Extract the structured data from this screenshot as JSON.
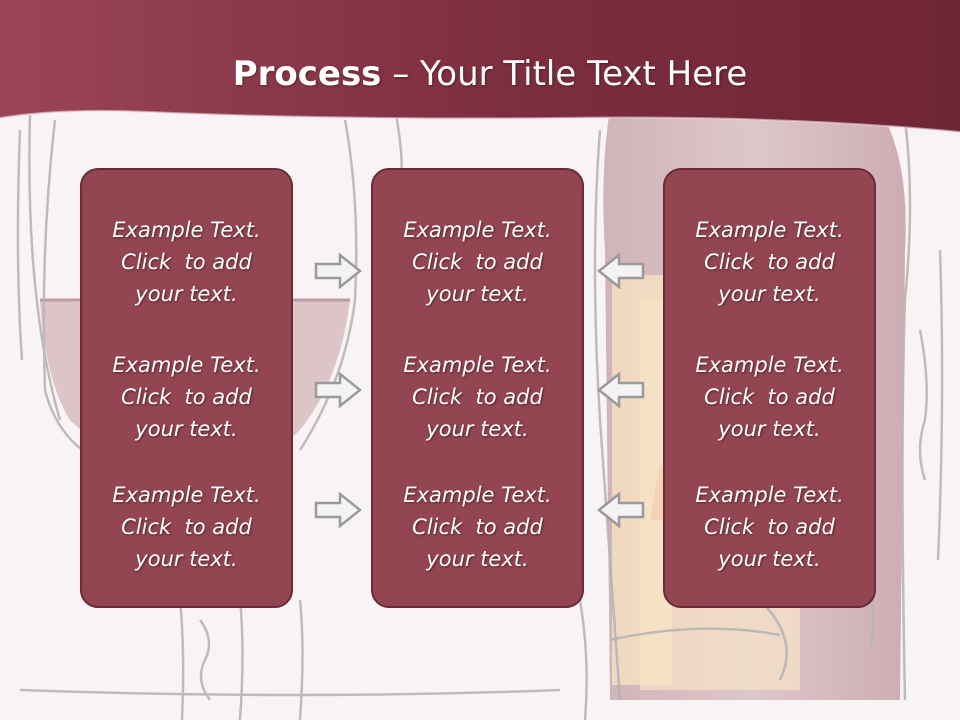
{
  "slide": {
    "title_bold": "Process",
    "title_rest": " – Your Title Text Here"
  },
  "columns": [
    {
      "items": [
        {
          "line1": "Example Text.",
          "line2": "Click  to add",
          "line3": "your text."
        },
        {
          "line1": "Example Text.",
          "line2": "Click  to add",
          "line3": "your text."
        },
        {
          "line1": "Example Text.",
          "line2": "Click  to add",
          "line3": "your text."
        }
      ]
    },
    {
      "items": [
        {
          "line1": "Example Text.",
          "line2": "Click  to add",
          "line3": "your text."
        },
        {
          "line1": "Example Text.",
          "line2": "Click  to add",
          "line3": "your text."
        },
        {
          "line1": "Example Text.",
          "line2": "Click  to add",
          "line3": "your text."
        }
      ]
    },
    {
      "items": [
        {
          "line1": "Example Text.",
          "line2": "Click  to add",
          "line3": "your text."
        },
        {
          "line1": "Example Text.",
          "line2": "Click  to add",
          "line3": "your text."
        },
        {
          "line1": "Example Text.",
          "line2": "Click  to add",
          "line3": "your text."
        }
      ]
    }
  ],
  "colors": {
    "header": "#8b3a4a",
    "box_fill": "#934552",
    "box_border": "#6b2a36",
    "arrow_outline": "#9a9a9a"
  },
  "icons": {
    "arrows_left_to_center": "arrow-right-icon",
    "arrows_right_to_center": "arrow-left-icon"
  }
}
